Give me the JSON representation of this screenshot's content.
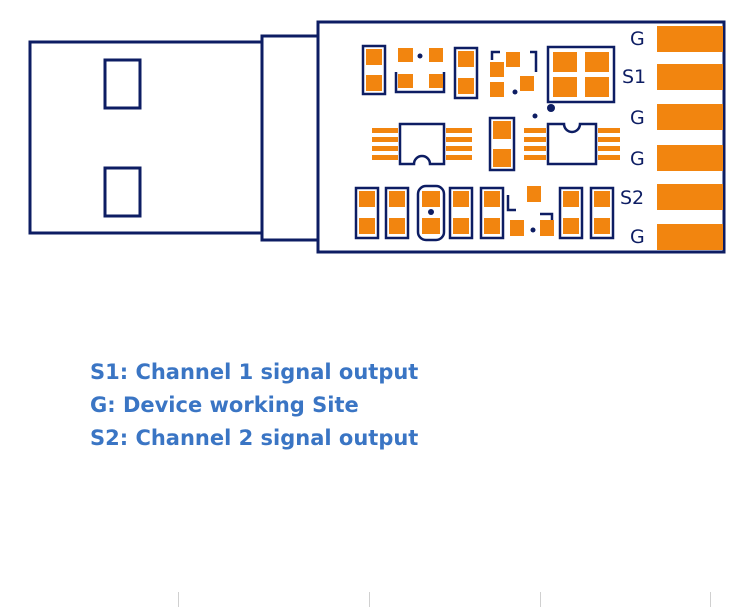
{
  "pins": [
    "G",
    "S1",
    "G",
    "G",
    "S2",
    "G"
  ],
  "legend": [
    "S1: Channel 1 signal output",
    "G: Device working Site",
    "S2: Channel 2 signal output"
  ],
  "colors": {
    "outline": "#0d1d63",
    "pad": "#f2850f",
    "legend_text": "#3a75c4"
  }
}
